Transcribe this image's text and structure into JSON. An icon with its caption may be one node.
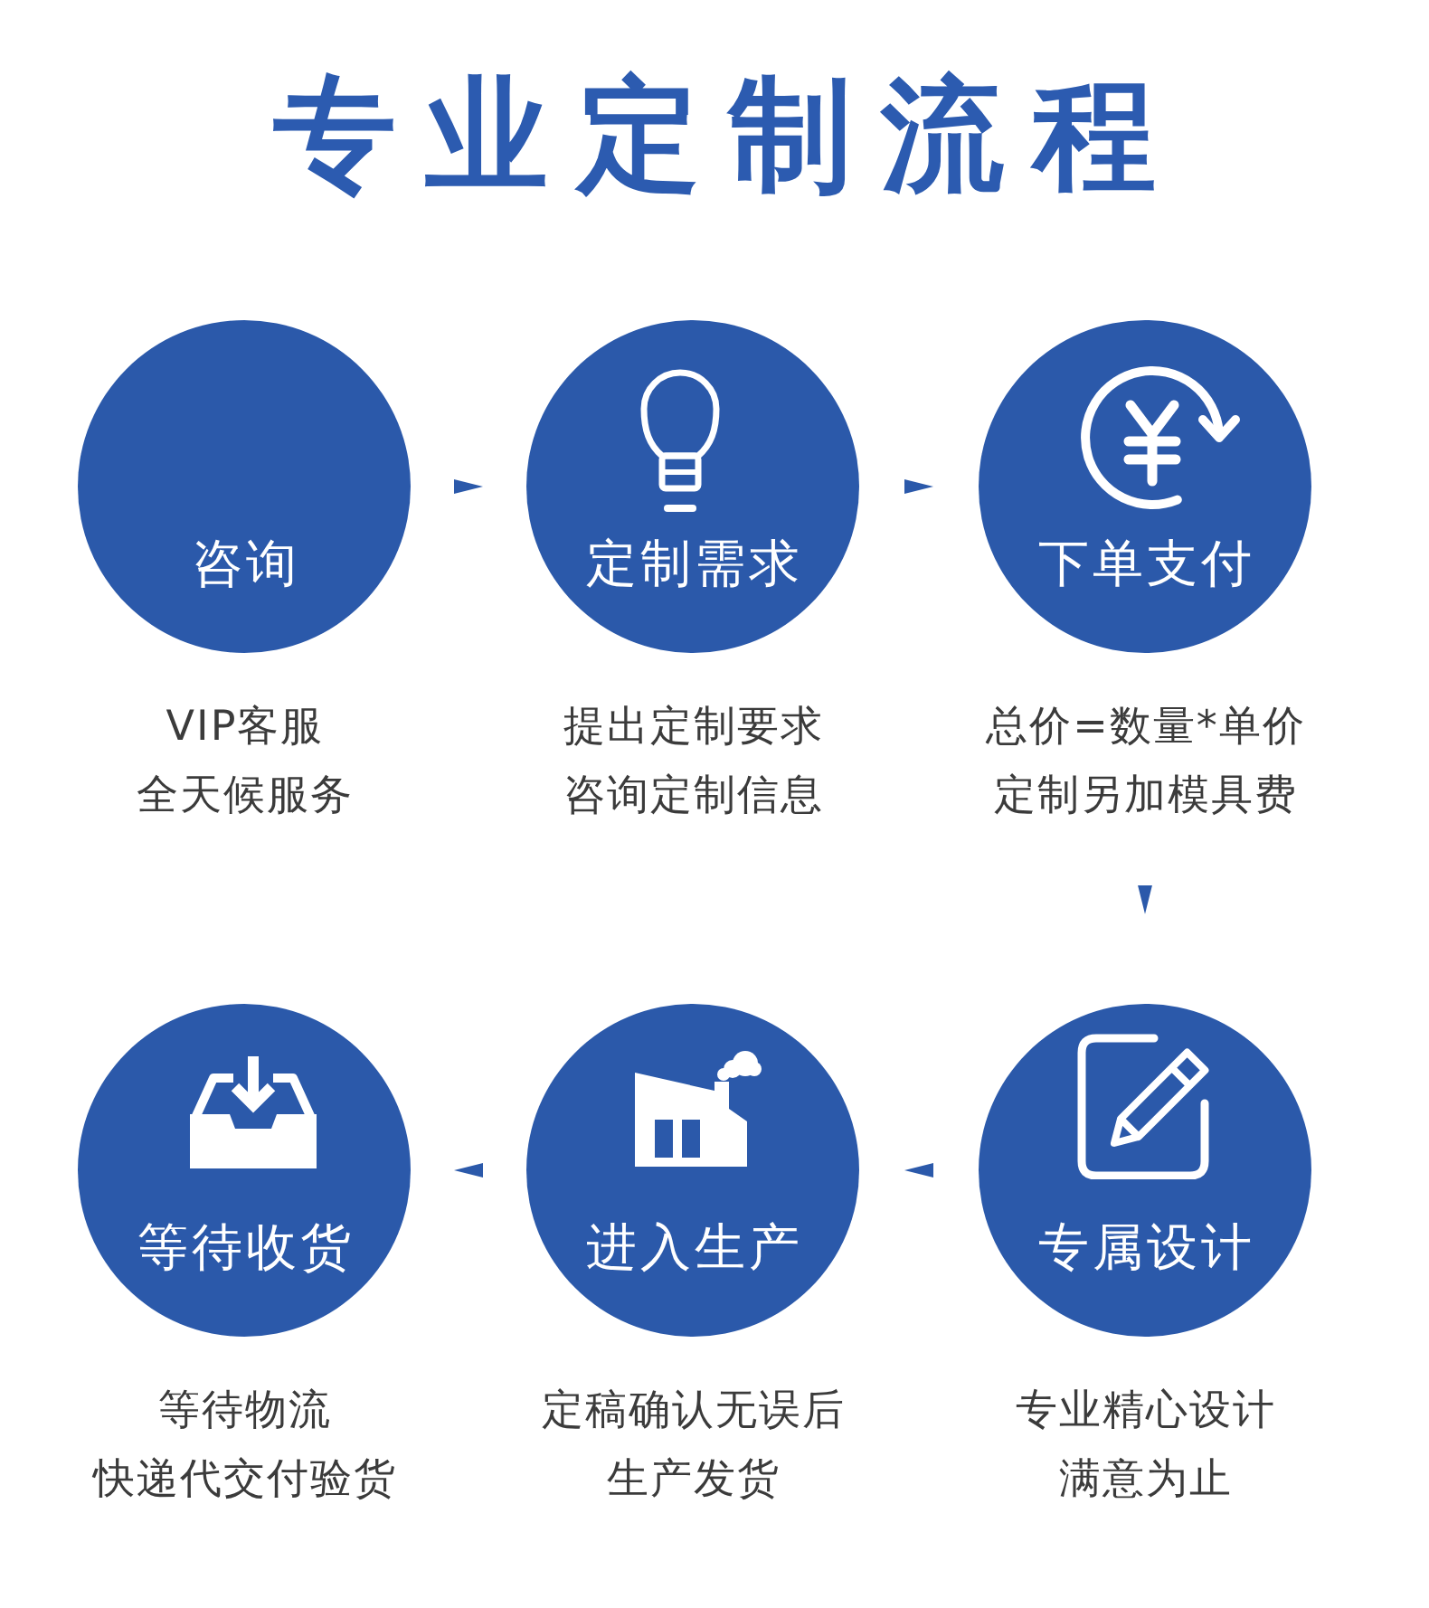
{
  "diagram": {
    "title": "专业定制流程",
    "nodes": [
      {
        "text": [
          "咨询"
        ],
        "beside": [
          "VIP客服",
          "全天候服务"
        ]
      },
      {
        "text": [
          "定制需求"
        ],
        "beside": [
          "提出定制要求",
          "咨询定制信息"
        ]
      },
      {
        "text": [
          "下单支付"
        ],
        "beside": [
          "总价=数量*单价",
          "定制另加模具费"
        ]
      },
      {
        "text": [
          "等待收货"
        ],
        "beside": [
          "等待物流",
          "快递代交付验货"
        ]
      },
      {
        "text": [
          "进入生产"
        ],
        "beside": [
          "定稿确认无误后",
          "生产发货"
        ]
      },
      {
        "text": [
          "专属设计"
        ],
        "beside": [
          "专业精心设计",
          "满意为止"
        ]
      }
    ],
    "edges": [
      {
        "from": 0,
        "to": 1,
        "arrow": "to"
      },
      {
        "from": 1,
        "to": 2,
        "arrow": "to"
      },
      {
        "from": 2,
        "to": 5,
        "arrow": "to"
      },
      {
        "from": 5,
        "to": 4,
        "arrow": "to"
      },
      {
        "from": 4,
        "to": 3,
        "arrow": "to"
      }
    ]
  }
}
